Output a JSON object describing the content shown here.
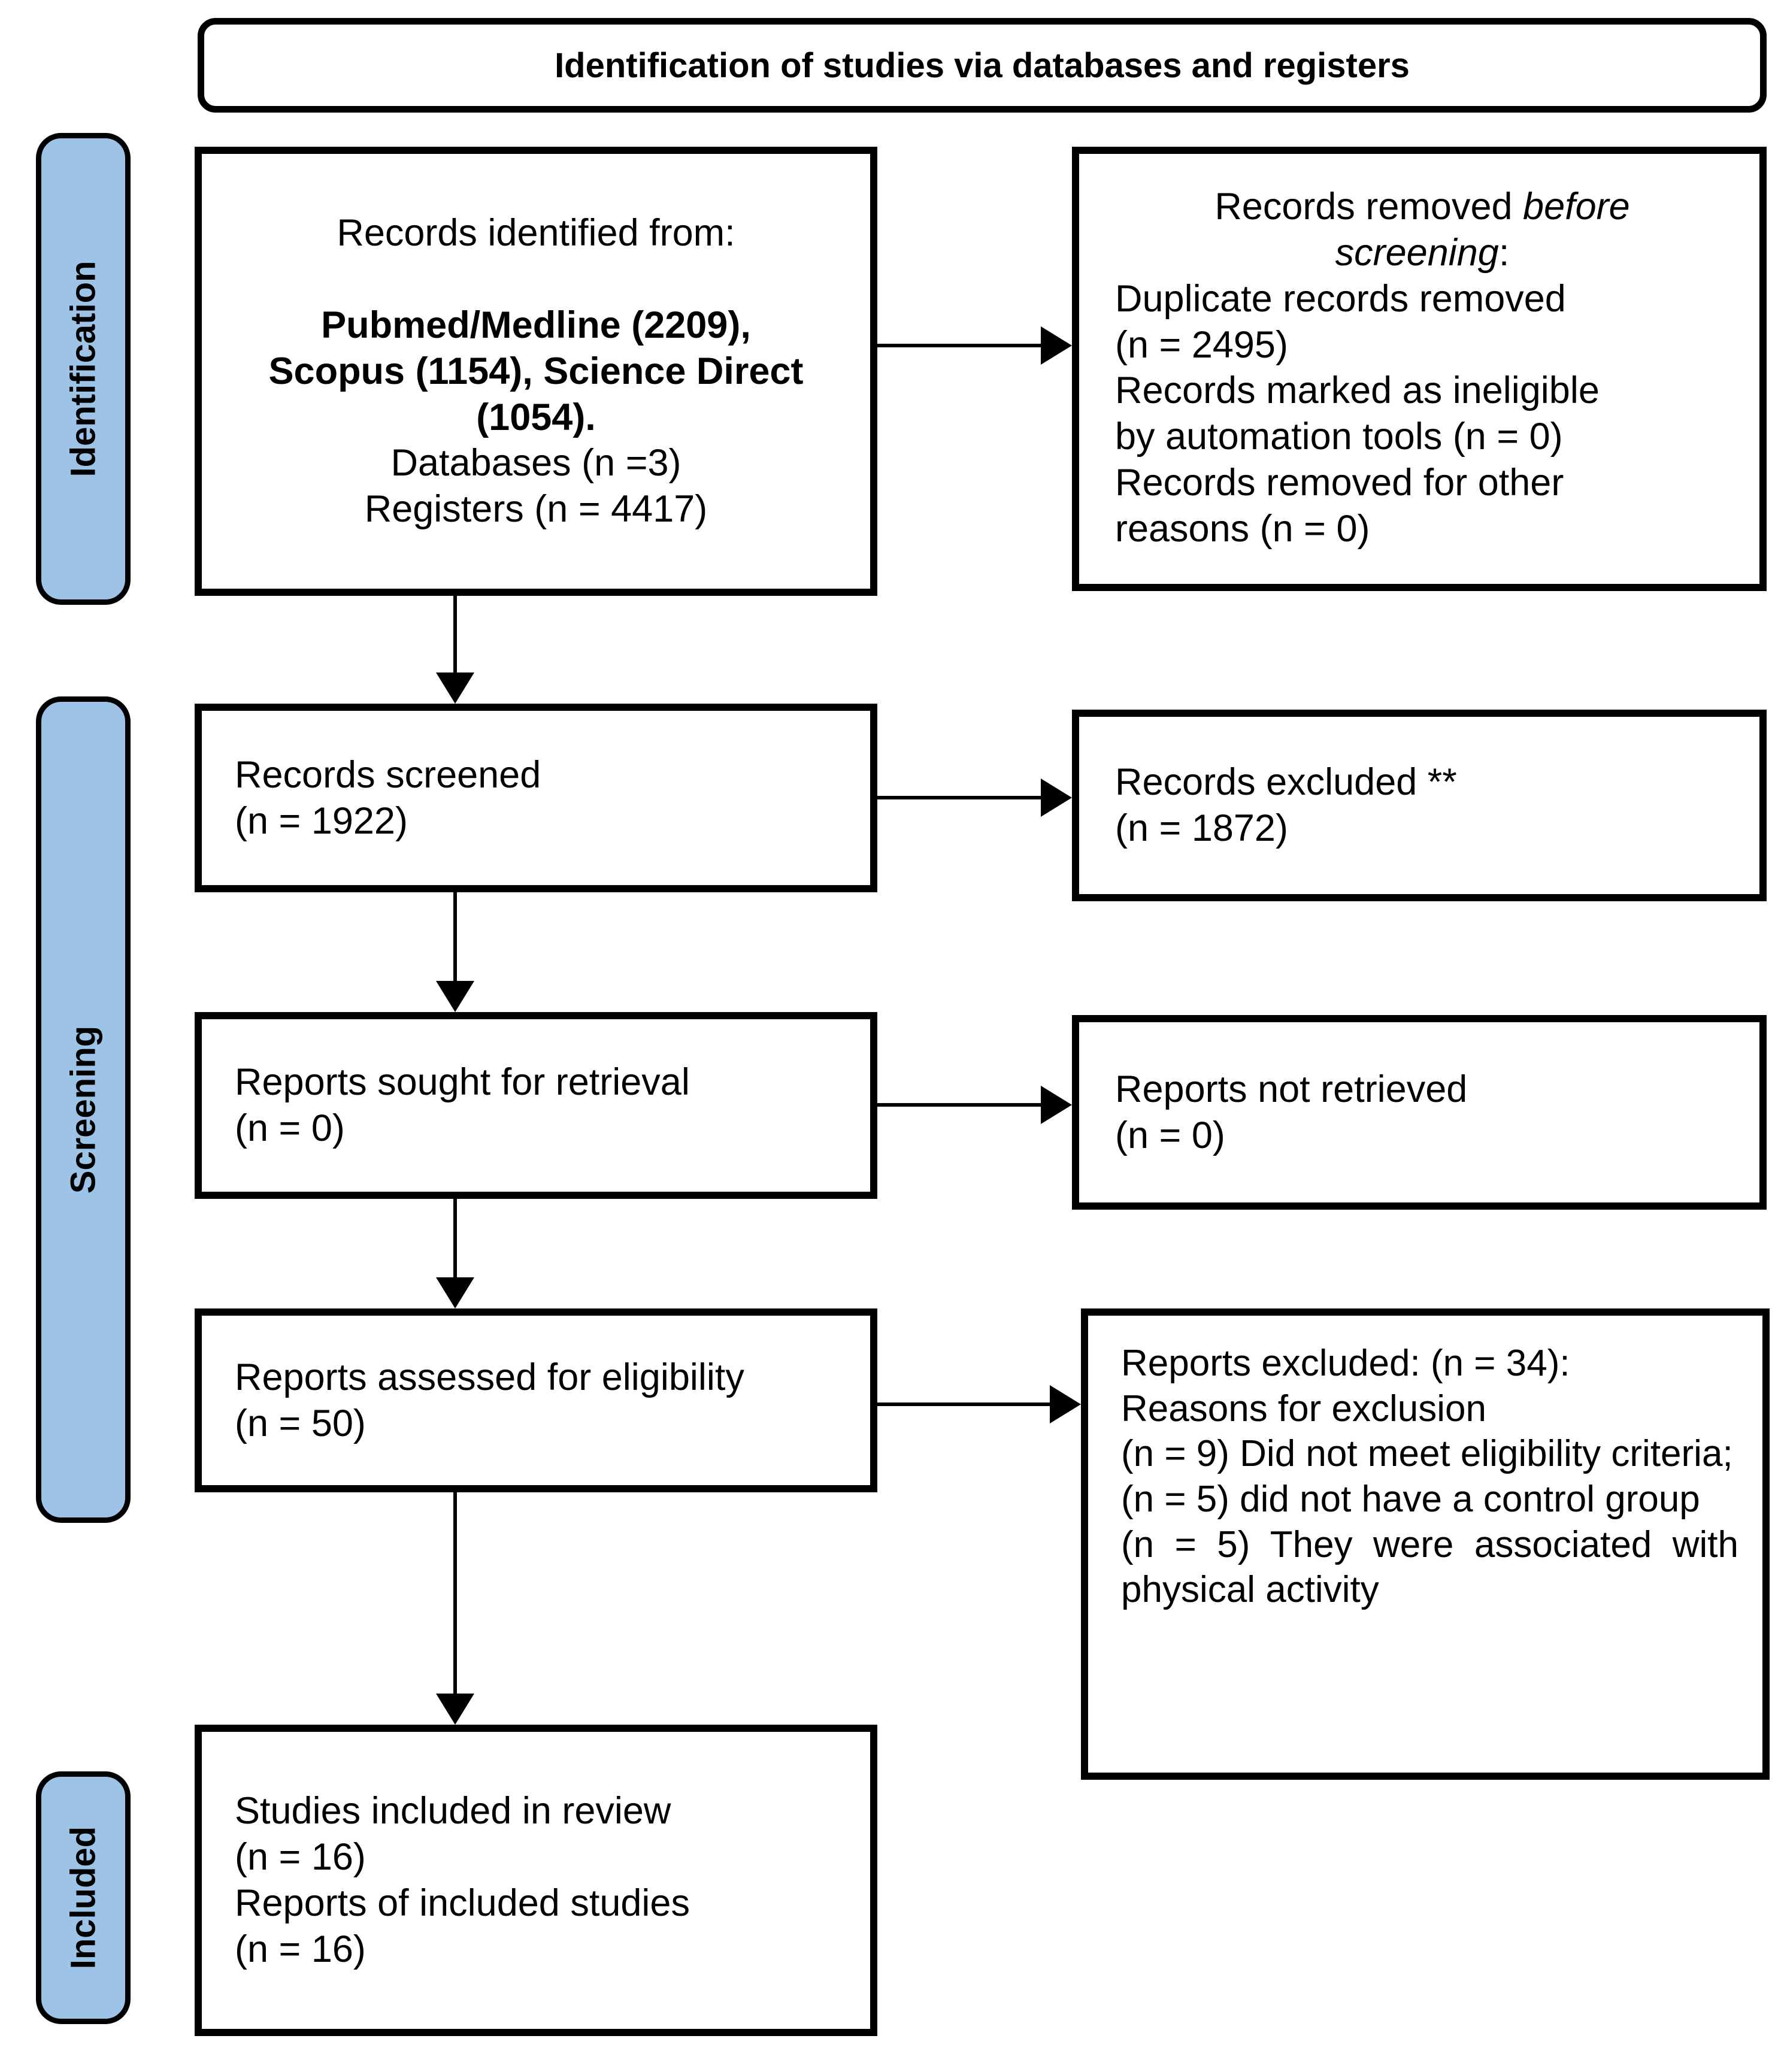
{
  "title": "Identification of studies via databases and registers",
  "sidebar": {
    "identification": "Identification",
    "screening": "Screening",
    "included": "Included"
  },
  "boxes": {
    "records_identified": {
      "intro": "Records identified from:",
      "sources": "Pubmed/Medline (2209),\nScopus (1154), Science Direct\n(1054).",
      "databases": "Databases (n =3)",
      "registers": "Registers (n = 4417)"
    },
    "records_removed": {
      "heading_prefix": "Records removed ",
      "heading_italic": "before\nscreening",
      "heading_suffix": ":",
      "items": [
        "Duplicate records removed\n(n = 2495)",
        "Records marked as ineligible\nby automation tools (n = 0)",
        "Records removed for other\nreasons (n = 0)"
      ]
    },
    "records_screened": {
      "line1": "Records screened",
      "line2": "(n = 1922)"
    },
    "records_excluded": {
      "line1": "Records excluded **",
      "line2": "(n = 1872)"
    },
    "reports_sought": {
      "line1": "Reports sought for retrieval",
      "line2": "(n = 0)"
    },
    "reports_not_retrieved": {
      "line1": "Reports not retrieved",
      "line2": "(n = 0)"
    },
    "reports_assessed": {
      "line1": "Reports assessed for eligibility",
      "line2": "(n = 50)"
    },
    "reports_excluded": {
      "line1": "Reports excluded: (n = 34):",
      "line2": "Reasons for exclusion",
      "reasons": [
        "(n = 9) Did not meet eligibility criteria;",
        "(n = 5) did not have a control group",
        "(n = 5) They were associated with physical activity"
      ]
    },
    "studies_included": {
      "line1": "Studies included in review",
      "line2": "(n = 16)",
      "line3": "Reports of included studies",
      "line4": "(n = 16)"
    }
  },
  "colors": {
    "sidebar_fill": "#9DC3E6",
    "border": "#000000",
    "box_fill": "#FFFFFF"
  }
}
